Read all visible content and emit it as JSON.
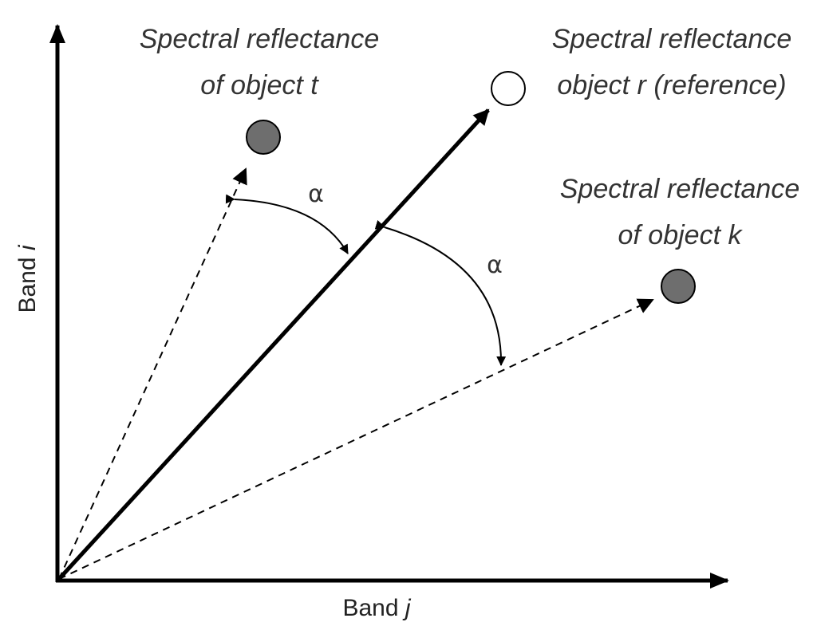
{
  "axes": {
    "x_label": "Band",
    "x_label_var": "j",
    "y_label": "Band",
    "y_label_var": "i"
  },
  "objects": {
    "t": {
      "label_line1": "Spectral reflectance",
      "label_line2": "of object t",
      "fill_color": "#6e6e6e"
    },
    "r": {
      "label_line1": "Spectral reflectance",
      "label_line2": "object r (reference)",
      "fill_color": "#ffffff"
    },
    "k": {
      "label_line1": "Spectral reflectance",
      "label_line2": "of object k",
      "fill_color": "#6e6e6e"
    }
  },
  "angles": {
    "upper": "α",
    "lower": "α"
  },
  "colors": {
    "line": "#000000",
    "text": "#333333"
  }
}
